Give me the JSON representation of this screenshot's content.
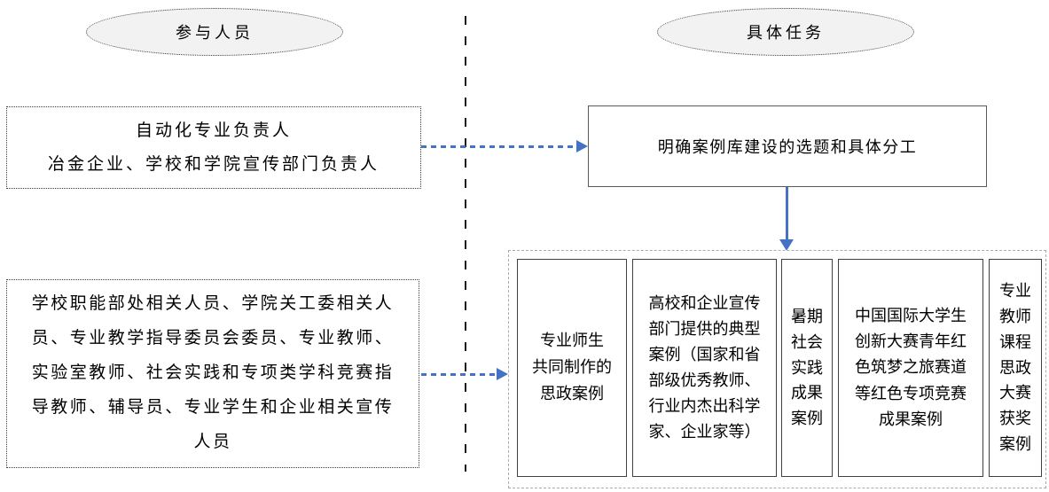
{
  "colors": {
    "arrow_blue": "#4472C4",
    "ellipse_fill": "#F2F2F2",
    "border_dark": "#3F3F3F",
    "task_border_gray": "#595959",
    "container_dash_gray": "#ABABAB",
    "divider_black": "#1A1A1A",
    "text_black": "#000000"
  },
  "left_column": {
    "header": {
      "label": "参与人员"
    },
    "leaders_box": {
      "lines": [
        "自动化专业负责人",
        "冶金企业、学校和学院宣传部门负责人"
      ]
    },
    "participants_box": {
      "lines": [
        "学校职能部处相关人员、学院关工委相关人",
        "员、专业教学指导委员会委员、专业教师、",
        "实验室教师、社会实践和专项类学科竞赛指",
        "导教师、辅导员、专业学生和企业相关宣传",
        "人员"
      ]
    }
  },
  "right_column": {
    "header": {
      "label": "具体任务"
    },
    "task_box": {
      "label": "明确案例库建设的选题和具体分工"
    },
    "cases": [
      {
        "lines": [
          "专业师生",
          "共同制作的",
          "思政案例"
        ]
      },
      {
        "lines": [
          "高校和企业宣传",
          "部门提供的典型",
          "案例（国家和省",
          "部级优秀教师、",
          "行业内杰出科学",
          "家、企业家等）"
        ]
      },
      {
        "lines": [
          "暑期",
          "社会",
          "实践",
          "成果",
          "案例"
        ]
      },
      {
        "lines": [
          "中国国际大学生",
          "创新大赛青年红",
          "色筑梦之旅赛道",
          "等红色专项竞赛",
          "成果案例"
        ]
      },
      {
        "lines": [
          "专业",
          "教师",
          "课程",
          "思政",
          "大赛",
          "获奖",
          "案例"
        ]
      }
    ]
  }
}
